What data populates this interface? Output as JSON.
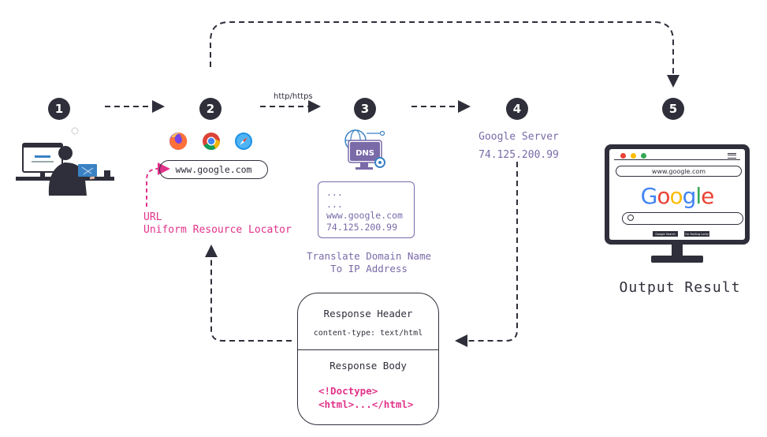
{
  "steps": [
    "1",
    "2",
    "3",
    "4",
    "5"
  ],
  "protocol_label": "http/https",
  "browser_icons": [
    "firefox-icon",
    "chrome-icon",
    "safari-icon"
  ],
  "url_bar_text": "www.google.com",
  "url_caption": {
    "line1": "URL",
    "line2": "Uniform Resource Locator"
  },
  "dns_icon_text": "DNS",
  "dns_lookup": {
    "line1": "...",
    "line2": "...",
    "domain": "www.google.com",
    "ip": "74.125.200.99"
  },
  "dns_caption": {
    "line1": "Translate Domain Name",
    "line2": "To IP Address"
  },
  "server": {
    "name": "Google Server",
    "ip": "74.125.200.99"
  },
  "response": {
    "header_title": "Response Header",
    "header_value": "content-type: text/html",
    "body_title": "Response Body",
    "body_line1": "<!Doctype>",
    "body_line2": "<html>...</html>"
  },
  "output": {
    "address_bar": "www.google.com",
    "logo_text": "Google",
    "button_search": "Google Search",
    "button_lucky": "I'm Feeling Lucky",
    "caption": "Output Result"
  },
  "colors": {
    "dark": "#2f2f3b",
    "purple": "#7a6aa8",
    "pink": "#e0338a",
    "blue": "#4285F4",
    "red": "#EA4335",
    "yellow": "#FBBC05",
    "green": "#34A853"
  }
}
